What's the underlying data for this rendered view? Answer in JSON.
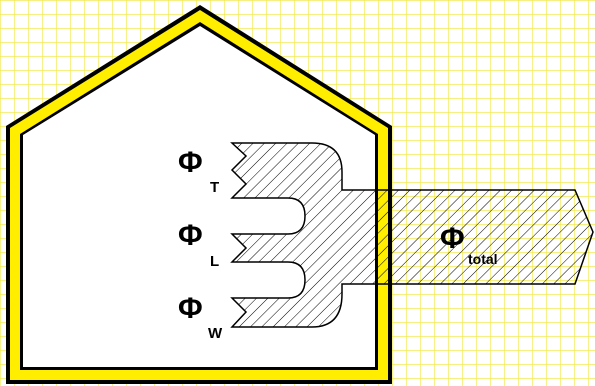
{
  "diagram": {
    "colors": {
      "background": "#ffffff",
      "grid": "#f0e83a",
      "house_outline": "#000000",
      "house_fill_band": "#ffee00",
      "house_inner": "#ffffff",
      "arrow_outline": "#000000",
      "hatch": "#000000"
    },
    "labels": {
      "phi_t": {
        "symbol": "Φ",
        "subscript": "T"
      },
      "phi_l": {
        "symbol": "Φ",
        "subscript": "L"
      },
      "phi_w": {
        "symbol": "Φ",
        "subscript": "W"
      },
      "phi_total": {
        "symbol": "Φ",
        "subscript": "total"
      }
    }
  }
}
